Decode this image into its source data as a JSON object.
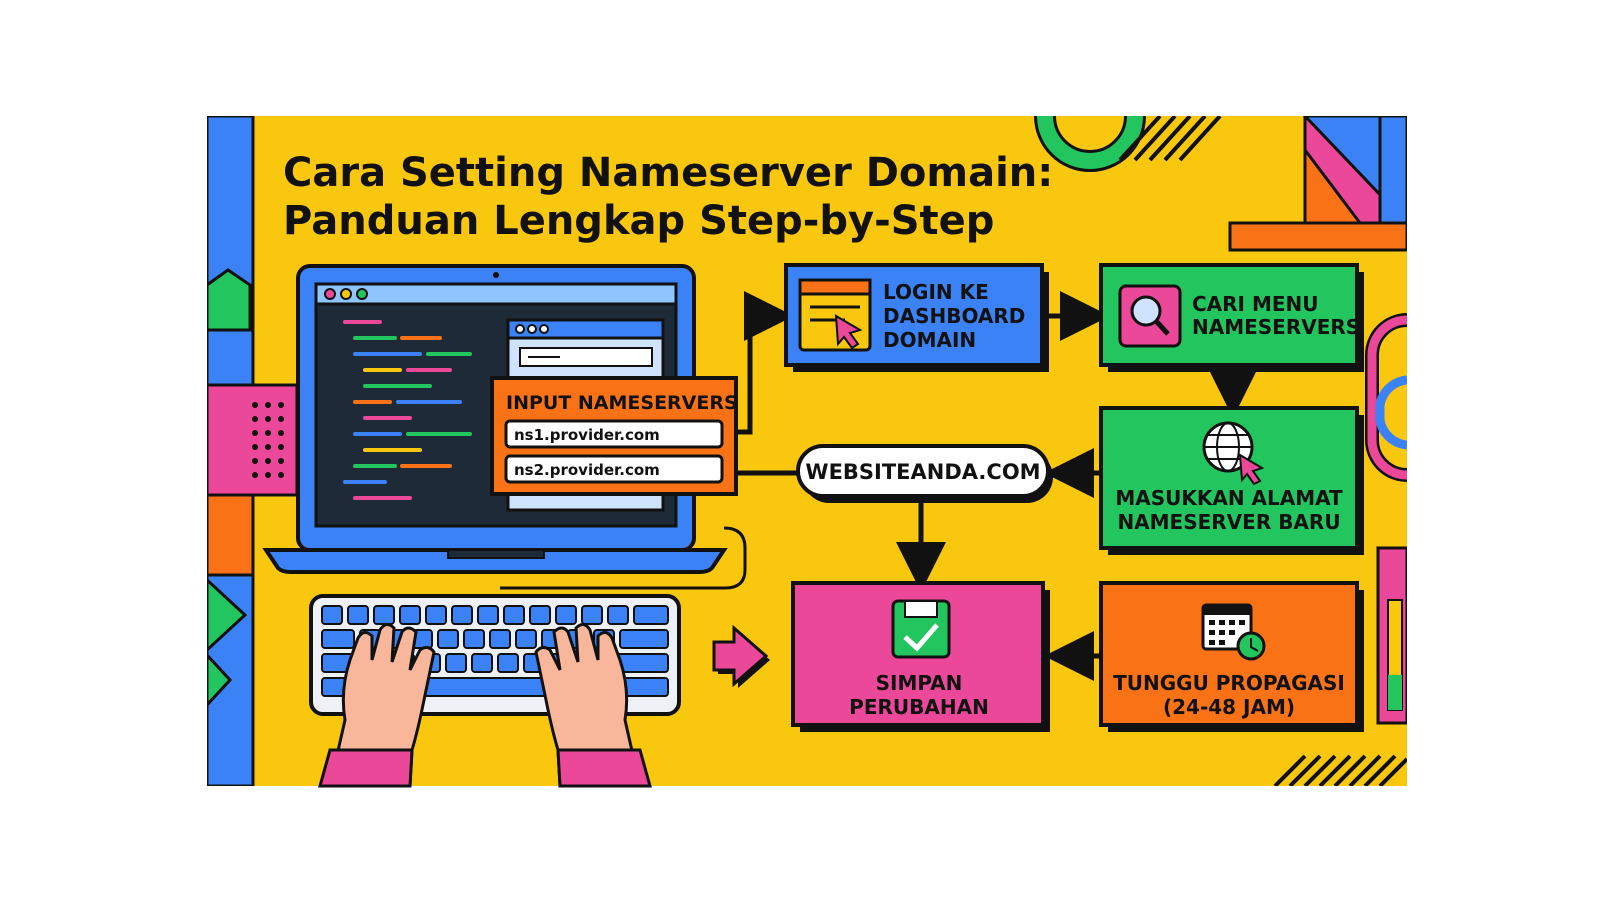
{
  "title": {
    "line1": "Cara Setting Nameserver Domain:",
    "line2": "Panduan Lengkap Step-by-Step"
  },
  "laptop": {
    "panel_title": "INPUT NAMESERVERS",
    "ns1": "ns1.provider.com",
    "ns2": "ns2.provider.com"
  },
  "domain_pill": "WEBSITEANDA.COM",
  "steps": {
    "login": {
      "line1": "LOGIN KE",
      "line2": "DASHBOARD",
      "line3": "DOMAIN",
      "icon": "cursor-window-icon"
    },
    "find_menu": {
      "line1": "CARI MENU",
      "line2": "NAMESERVERS",
      "icon": "magnifier-icon"
    },
    "enter": {
      "line1": "MASUKKAN ALAMAT",
      "line2": "NAMESERVER BARU",
      "icon": "globe-cursor-icon"
    },
    "save": {
      "line1": "SIMPAN",
      "line2": "PERUBAHAN",
      "icon": "floppy-check-icon"
    },
    "wait": {
      "line1": "TUNGGU PROPAGASI",
      "line2": "(24-48 JAM)",
      "icon": "calendar-clock-icon"
    }
  },
  "colors": {
    "background": "#f9c80e",
    "blue": "#3b82f6",
    "green": "#22c55e",
    "pink": "#ec4899",
    "orange": "#f97316",
    "dark": "#111111"
  }
}
